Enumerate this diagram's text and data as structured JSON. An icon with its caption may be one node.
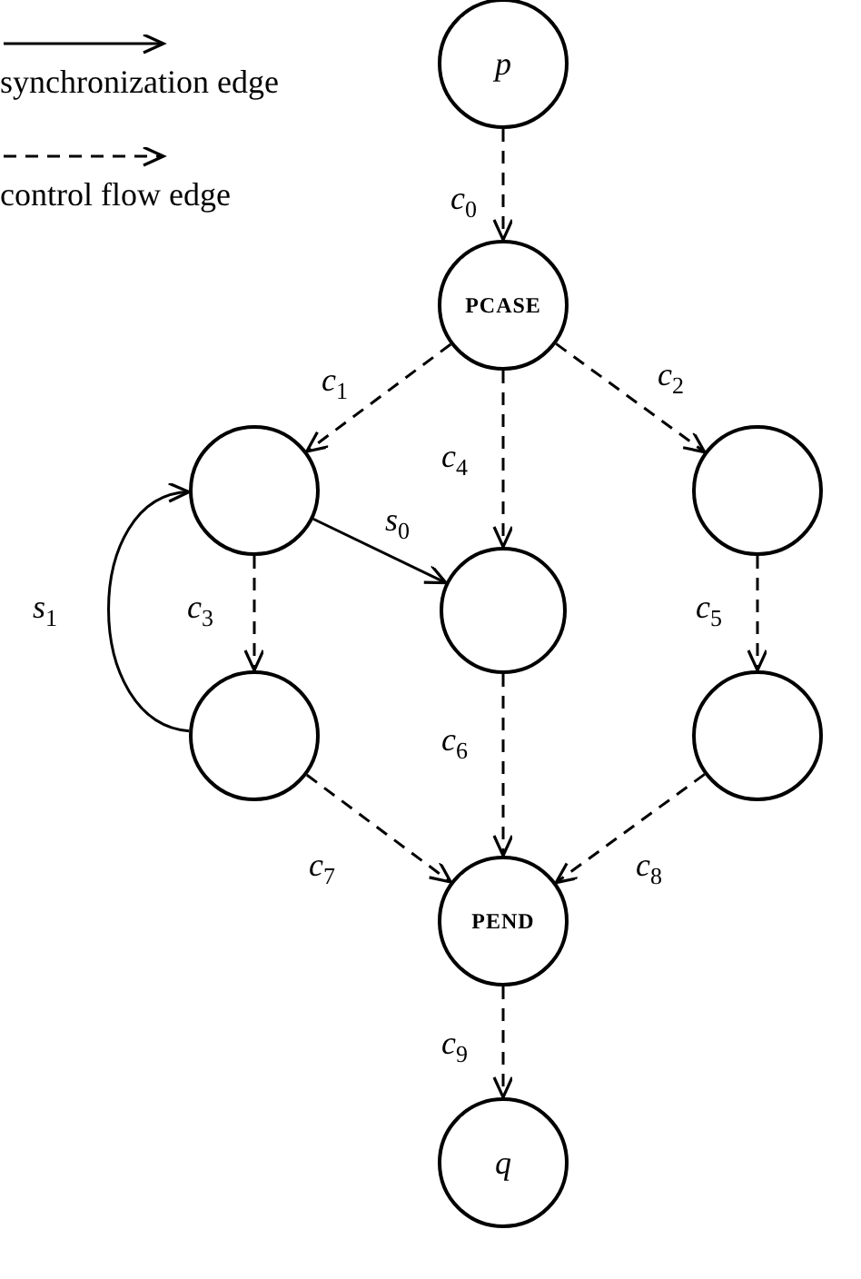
{
  "diagram": {
    "nodes": [
      {
        "text": [
          "p"
        ]
      },
      {
        "text": [
          "PCASE"
        ]
      },
      {
        "text": [],
        "shape": "circle"
      },
      {
        "text": [],
        "shape": "circle"
      },
      {
        "text": [],
        "shape": "circle"
      },
      {
        "text": [],
        "shape": "circle"
      },
      {
        "text": [],
        "shape": "circle"
      },
      {
        "text": [
          "PEND"
        ]
      },
      {
        "text": [
          "q"
        ]
      }
    ],
    "edges": [
      {
        "from": 0,
        "to": 1,
        "arrow": "to",
        "label": "c$_{0}$",
        "style": "dashed"
      },
      {
        "from": 1,
        "to": 2,
        "arrow": "to",
        "label": "c$_{1}$",
        "style": "dashed"
      },
      {
        "from": 1,
        "to": 4,
        "arrow": "to",
        "label": "c$_{2}$",
        "style": "dashed"
      },
      {
        "from": 2,
        "to": 5,
        "arrow": "to",
        "label": "c$_{3}$",
        "style": "dashed"
      },
      {
        "from": 1,
        "to": 3,
        "arrow": "to",
        "label": "c$_{4}$",
        "style": "dashed"
      },
      {
        "from": 4,
        "to": 6,
        "arrow": "to",
        "label": "c$_{5}$",
        "style": "dashed"
      },
      {
        "from": 3,
        "to": 7,
        "arrow": "to",
        "label": "c$_{6}$",
        "style": "dashed"
      },
      {
        "from": 5,
        "to": 7,
        "arrow": "to",
        "label": "c$_{7}$",
        "style": "dashed"
      },
      {
        "from": 6,
        "to": 7,
        "arrow": "to",
        "label": "c$_{8}$",
        "style": "dashed"
      },
      {
        "from": 7,
        "to": 8,
        "arrow": "to",
        "label": "c$_{9}$",
        "style": "dashed"
      },
      {
        "from": 2,
        "to": 3,
        "arrow": "to",
        "label": "s$_{0}$"
      },
      {
        "from": 5,
        "to": 2,
        "arrow": "to",
        "label": "s$_{1}$"
      }
    ],
    "legend": [
      {
        "text": "synchronization edge"
      },
      {
        "text": "control flow edge"
      }
    ]
  }
}
